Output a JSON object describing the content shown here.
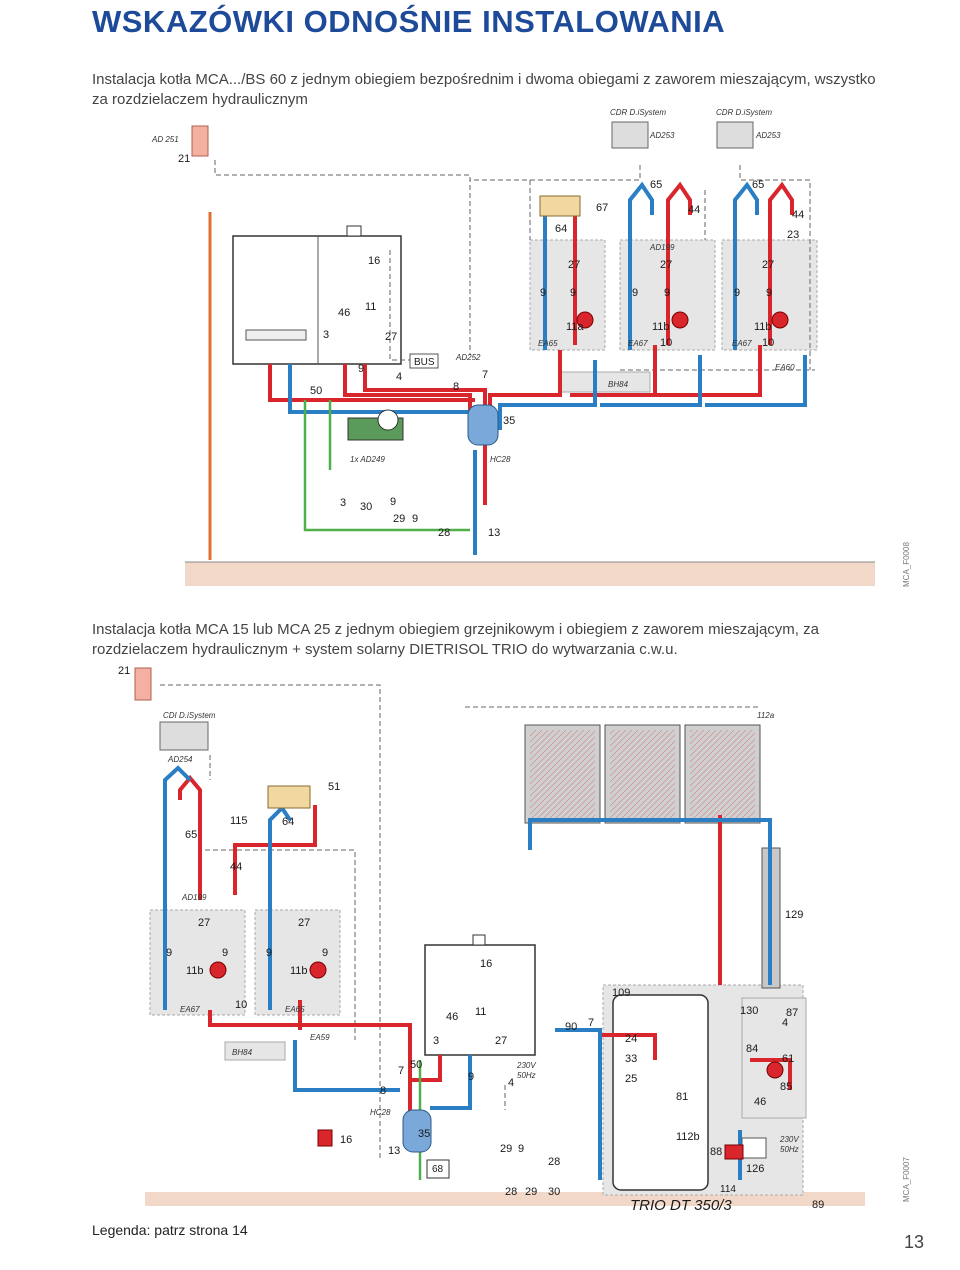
{
  "heading": "WSKAZÓWKI ODNOŚNIE INSTALOWANIA",
  "para1": "Instalacja kotła MCA.../BS 60 z jednym obiegiem bezpośrednim i dwoma obiegami z zaworem mieszającym, wszystko za rozdzielaczem hydraulicznym",
  "para2": "Instalacja kotła MCA 15 lub MCA 25 z jednym obiegiem grzejnikowym i obiegiem z zaworem mieszającym, za rozdzielaczem hydraulicznym + system solarny DIETRISOL TRIO do wytwarzania c.w.u.",
  "footer": "Legenda: patrz strona 14",
  "page_number": "13",
  "code1": "MCA_F0008",
  "code2": "MCA_F0007",
  "colors": {
    "heading": "#1e4a9a",
    "hot_pipe": "#d9262c",
    "cold_pipe": "#2a7ec4",
    "electric": "#4fb04a",
    "panel": "#e6e6e6"
  },
  "d1": {
    "ad251": "AD 251",
    "n21": "21",
    "cdr1": "CDR D.iSystem",
    "ad253a": "AD253",
    "cdr2": "CDR D.iSystem",
    "ad253b": "AD253",
    "n65a": "65",
    "n65b": "65",
    "n67": "67",
    "n64": "64",
    "n44a": "44",
    "n44b": "44",
    "n23": "23",
    "ad199": "AD199",
    "n16": "16",
    "n46": "46",
    "n11": "11",
    "n27m": "27",
    "n3": "3",
    "n27a": "27",
    "n27b": "27",
    "n27c": "27",
    "n9a": "9",
    "n9b": "9",
    "n9c": "9",
    "n9d": "9",
    "n9e": "9",
    "n9f": "9",
    "n11a": "11a",
    "n11b1": "11b",
    "n11b2": "11b",
    "n10a": "10",
    "n10b": "10",
    "ea65": "EA65",
    "ea67a": "EA67",
    "ea67b": "EA67",
    "ea60": "EA60",
    "bh84": "BH84",
    "bus": "BUS",
    "ad252": "AD252",
    "n50": "50",
    "n9m": "9",
    "n4": "4",
    "n8": "8",
    "n7": "7",
    "n35": "35",
    "ad249": "1x AD249",
    "hc28": "HC28",
    "n30": "30",
    "n9g": "9",
    "n29": "29",
    "n9h": "9",
    "n28": "28",
    "n13": "13",
    "n3b": "3"
  },
  "d2": {
    "n21": "21",
    "cdi": "CDI D.iSystem",
    "ad254": "AD254",
    "n112a": "112a",
    "n51": "51",
    "n65": "65",
    "n115": "115",
    "n64": "64",
    "n44": "44",
    "ad199": "AD199",
    "n27a": "27",
    "n27b": "27",
    "n9a": "9",
    "n9b": "9",
    "n9c": "9",
    "n9d": "9",
    "n11b1": "11b",
    "n11b2": "11b",
    "n10": "10",
    "ea67": "EA67",
    "ea65": "EA65",
    "ea59": "EA59",
    "bh84": "BH84",
    "n129": "129",
    "n16": "16",
    "n46": "46",
    "n11": "11",
    "n3": "3",
    "n27": "27",
    "n7": "7",
    "n50": "50",
    "n9m": "9",
    "n4": "4",
    "v230a": "230V",
    "hz50a": "50Hz",
    "n8": "8",
    "hc28": "HC28",
    "n35": "35",
    "n13": "13",
    "n16b": "16",
    "n68": "68",
    "n29a": "29",
    "n9e": "9",
    "n28a": "28",
    "n28b": "28",
    "n29b": "29",
    "n30": "30",
    "n90": "90",
    "n7b": "7",
    "n109": "109",
    "n24": "24",
    "n33": "33",
    "n25": "25",
    "n81": "81",
    "n112b": "112b",
    "n88": "88",
    "n126": "126",
    "n114": "114",
    "n130": "130",
    "n87": "87",
    "n4b": "4",
    "n84": "84",
    "n61": "61",
    "n85": "85",
    "n46b": "46",
    "v230b": "230V",
    "hz50b": "50Hz",
    "trio": "TRIO DT 350/3",
    "n89": "89"
  }
}
